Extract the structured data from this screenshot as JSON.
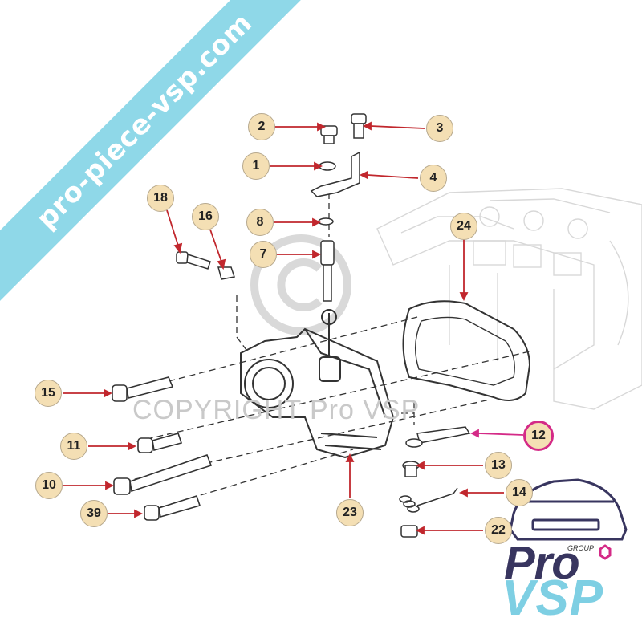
{
  "watermark_url": "pro-piece-vsp.com",
  "copyright_text": "COPYRIGHT Pro VSP",
  "logo": {
    "group": "GROUP",
    "line1": "Pro",
    "line2": "VSP"
  },
  "callouts": [
    "2",
    "3",
    "1",
    "4",
    "18",
    "16",
    "8",
    "24",
    "7",
    "15",
    "12",
    "11",
    "13",
    "10",
    "14",
    "39",
    "23",
    "22"
  ],
  "colors": {
    "arrow": "#c1272d",
    "highlight": "#d42a87",
    "bubble": "#f4dfb4",
    "banner": "#8fd8e8"
  }
}
